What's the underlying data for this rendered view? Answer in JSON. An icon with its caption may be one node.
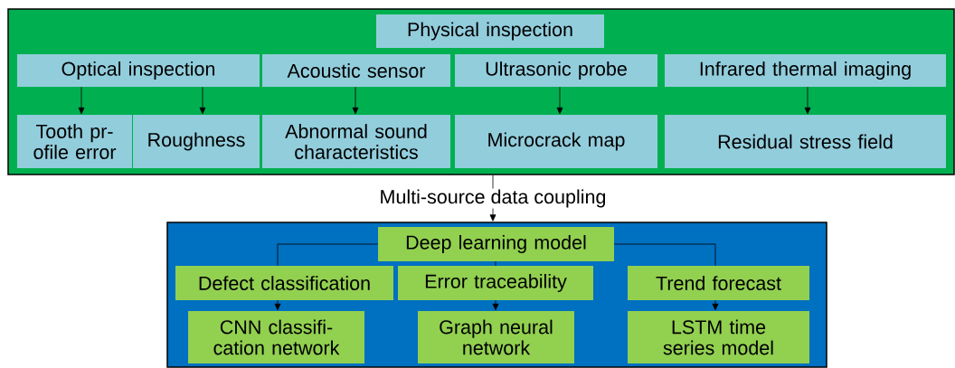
{
  "diagram": {
    "nodes": [
      {
        "text": [],
        "shape": "box"
      },
      {
        "text": [
          "Physical inspection"
        ],
        "in": 0
      },
      {
        "text": [
          "Optical inspection"
        ],
        "in": 0
      },
      {
        "text": [
          "Acoustic sensor"
        ],
        "in": 0
      },
      {
        "text": [
          "Ultrasonic probe"
        ],
        "in": 0
      },
      {
        "text": [
          "Infrared thermal imaging"
        ],
        "in": 0
      },
      {
        "text": [
          "Tooth pr- ofile error"
        ],
        "in": 0
      },
      {
        "text": [
          "Roughness"
        ],
        "in": 0
      },
      {
        "text": [
          "Abnormal sound characteristics"
        ],
        "in": 0
      },
      {
        "text": [
          "Microcrack map"
        ],
        "in": 0
      },
      {
        "text": [
          "Residual stress field"
        ],
        "in": 0
      },
      {
        "text": [],
        "shape": "box"
      },
      {
        "text": [
          "Deep learning model"
        ],
        "in": 11
      },
      {
        "text": [
          "Defect classification"
        ],
        "in": 11
      },
      {
        "text": [
          "Error traceability"
        ],
        "in": 11
      },
      {
        "text": [
          "Trend forecast"
        ],
        "in": 11
      },
      {
        "text": [
          "CNN classifi- cation network"
        ],
        "in": 11
      },
      {
        "text": [
          "Graph neural network"
        ],
        "in": 11
      },
      {
        "text": [
          "LSTM time series model"
        ],
        "in": 11
      }
    ],
    "edges": [
      {
        "from": 2,
        "to": 6,
        "arrow": "to"
      },
      {
        "from": 2,
        "to": 7,
        "arrow": "to"
      },
      {
        "from": 3,
        "to": 8,
        "arrow": "to"
      },
      {
        "from": 4,
        "to": 9,
        "arrow": "to"
      },
      {
        "from": 5,
        "to": 10,
        "arrow": "to"
      },
      {
        "from": 0,
        "to": 11,
        "arrow": "to",
        "label": "Multi-source data coupling"
      },
      {
        "from": 12,
        "to": 13,
        "arrow": "none"
      },
      {
        "from": 12,
        "to": 14,
        "arrow": "none"
      },
      {
        "from": 12,
        "to": 15,
        "arrow": "none"
      },
      {
        "from": 13,
        "to": 16,
        "arrow": "to"
      },
      {
        "from": 14,
        "to": 17,
        "arrow": "to"
      },
      {
        "from": 15,
        "to": 18,
        "arrow": "to"
      }
    ]
  }
}
